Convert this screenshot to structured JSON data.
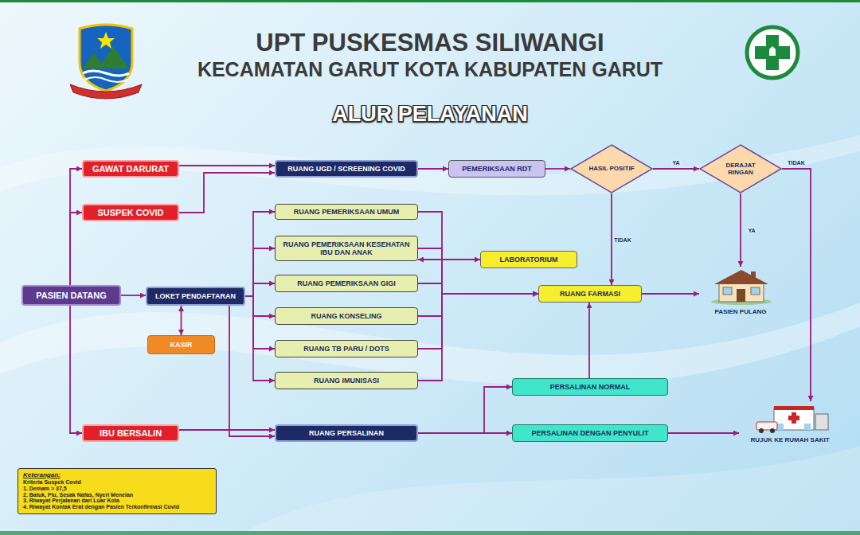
{
  "diagram": {
    "title": "UPT PUSKESMAS SILIWANGI",
    "nodes": [
      {
        "text": [
          "GAWAT DARURAT"
        ]
      },
      {
        "text": [
          "SUSPEK COVID"
        ]
      },
      {
        "text": [
          "PASIEN DATANG"
        ]
      },
      {
        "text": [
          "LOKET PENDAFTARAN"
        ]
      },
      {
        "text": [
          "KASIR"
        ]
      },
      {
        "text": [
          "IBU BERSALIN"
        ]
      },
      {
        "text": [
          "RUANG UGD / SCREENING COVID"
        ]
      },
      {
        "text": [
          "RUANG PEMERIKSAAN UMUM"
        ]
      },
      {
        "text": [
          "RUANG PEMERIKSAAN KESEHATAN IBU DAN ANAK"
        ]
      },
      {
        "text": [
          "RUANG PEMERIKSAAN GIGI"
        ]
      },
      {
        "text": [
          "RUANG KONSELING"
        ]
      },
      {
        "text": [
          "RUANG TB PARU / DOTS"
        ]
      },
      {
        "text": [
          "RUANG IMUNISASI"
        ]
      },
      {
        "text": [
          "RUANG PERSALINAN"
        ]
      },
      {
        "text": [
          "PEMERIKSAAN RDT"
        ]
      },
      {
        "text": [
          "HASIL POSITIF"
        ]
      },
      {
        "text": [
          "DERAJAT RINGAN"
        ]
      },
      {
        "text": [
          "LABORATORIUM"
        ]
      },
      {
        "text": [
          "RUANG FARMASI"
        ]
      },
      {
        "text": [
          "PASIEN PULANG"
        ]
      },
      {
        "text": [
          "PERSALINAN NORMAL"
        ]
      },
      {
        "text": [
          "PERSALINAN DENGAN PENYULIT"
        ]
      },
      {
        "text": [
          "RUJUK KE RUMAH SAKIT"
        ]
      },
      {
        "text": [
          "Keterangan:",
          "Kriteria Suspek Covid",
          "1. Demam > 37,5",
          "2. Batuk, Flu, Sesak Nafas, Nyeri Menelan",
          "3. Riwayat Perjalanan dari Luar Kota",
          "4. Riwayat Kontak Erat dengan Pasien Terkonfirmasi Covid"
        ]
      }
    ],
    "edges": [
      {
        "from": 2,
        "to": 0,
        "arrow": "to"
      },
      {
        "from": 2,
        "to": 1,
        "arrow": "to"
      },
      {
        "from": 2,
        "to": 5,
        "arrow": "to"
      },
      {
        "from": 2,
        "to": 3,
        "arrow": "to"
      },
      {
        "from": 3,
        "to": 4,
        "arrow": "both"
      },
      {
        "from": 0,
        "to": 6,
        "arrow": "to"
      },
      {
        "from": 1,
        "to": 6,
        "arrow": "to"
      },
      {
        "from": 3,
        "to": 7,
        "arrow": "to"
      },
      {
        "from": 3,
        "to": 8,
        "arrow": "to"
      },
      {
        "from": 3,
        "to": 9,
        "arrow": "to"
      },
      {
        "from": 3,
        "to": 10,
        "arrow": "to"
      },
      {
        "from": 3,
        "to": 11,
        "arrow": "to"
      },
      {
        "from": 3,
        "to": 12,
        "arrow": "to"
      },
      {
        "from": 3,
        "to": 13,
        "arrow": "to"
      },
      {
        "from": 5,
        "to": 13,
        "arrow": "to"
      },
      {
        "from": 6,
        "to": 14,
        "arrow": "to"
      },
      {
        "from": 14,
        "to": 15,
        "arrow": "to"
      },
      {
        "from": 15,
        "to": 16,
        "label": "YA",
        "arrow": "to"
      },
      {
        "from": 15,
        "to": 18,
        "label": "TIDAK",
        "arrow": "to"
      },
      {
        "from": 16,
        "to": 19,
        "label": "YA",
        "arrow": "to"
      },
      {
        "from": 16,
        "to": 22,
        "label": "TIDAK",
        "arrow": "to"
      },
      {
        "from": 7,
        "to": 18,
        "arrow": "to"
      },
      {
        "from": 8,
        "to": 18,
        "arrow": "to"
      },
      {
        "from": 9,
        "to": 18,
        "arrow": "to"
      },
      {
        "from": 10,
        "to": 18,
        "arrow": "to"
      },
      {
        "from": 11,
        "to": 18,
        "arrow": "to"
      },
      {
        "from": 12,
        "to": 18,
        "arrow": "to"
      },
      {
        "from": 8,
        "to": 17,
        "arrow": "both"
      },
      {
        "from": 18,
        "to": 19,
        "arrow": "to"
      },
      {
        "from": 13,
        "to": 20,
        "arrow": "to"
      },
      {
        "from": 13,
        "to": 21,
        "arrow": "to"
      },
      {
        "from": 20,
        "to": 18,
        "arrow": "to"
      },
      {
        "from": 21,
        "to": 22,
        "arrow": "to"
      }
    ],
    "labels": [
      "KECAMATAN GARUT KOTA KABUPATEN GARUT",
      "ALUR PELAYANAN"
    ]
  }
}
